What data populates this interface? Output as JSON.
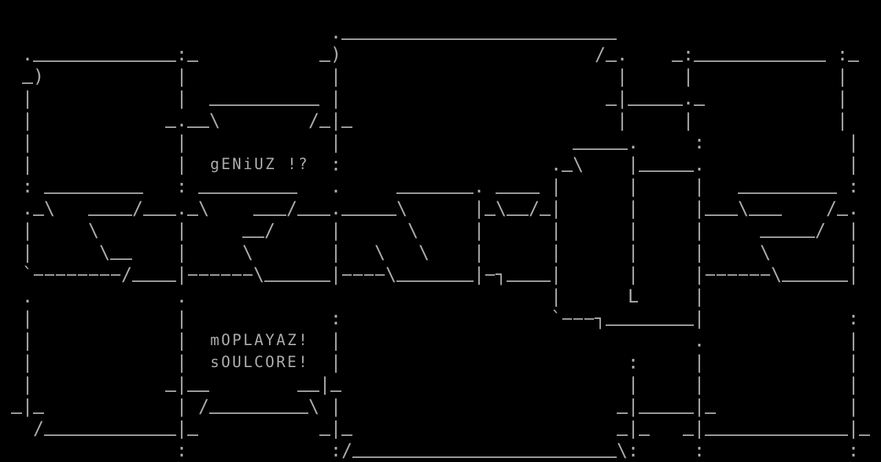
{
  "screen": {
    "type": "terminal-ansi-art",
    "columns": 80,
    "rows": 21,
    "foreground_color": "#aaaaaa",
    "background_color": "#000000"
  },
  "text_labels": {
    "tagline_1": "gENiUZ !?",
    "tagline_2": "mOPLAYAZ!",
    "tagline_3": "sOULCORE!"
  },
  "lines": [
    "",
    "                              ._________________________",
    "  ._____________:_           _)                       /_.    _:____________ :_",
    "  _)            |             |                         |     |             |",
    "  |             |  __________ |                        _|_____._            |",
    "  |            _.__\\        /_|_                        |     |             |",
    "  |             |             |                     _____.     :             |",
    "  |             |  gENiUZ !?  :                   ._\\    |_____.             |",
    "  : _________   : _________   .     _______. ____ |      |     |   _________ :",
    "  ._\\   ____/___._\\    ___/___._____\\      |_\\__/_|      |     |___\\___    /_.",
    "  |     \\       |     __/     |      \\     |      |      |     |     _____/  |",
    "  |      \\__    |     \\       |   \\   \\    |      |      |     |     \\       |",
    "  `--------/____|------\\______|----\\_______|-┐____|      |     |------\\______|",
    "  .             .                                 |      L     |",
    "  |             |             :                   `---┐________|             :",
    "  |             |  mOPLAYAZ!  |                                .             |",
    "  |             |  sOULCORE!  |                          :     |             |",
    "  |            _|__        __|_                          |     |             |",
    " _|_            | /_________\\ |                         _|_____|_            |",
    "   /____________|_           _|_                        _|_   _|_____________|_",
    "                :             :/________________________\\:     :             :"
  ]
}
